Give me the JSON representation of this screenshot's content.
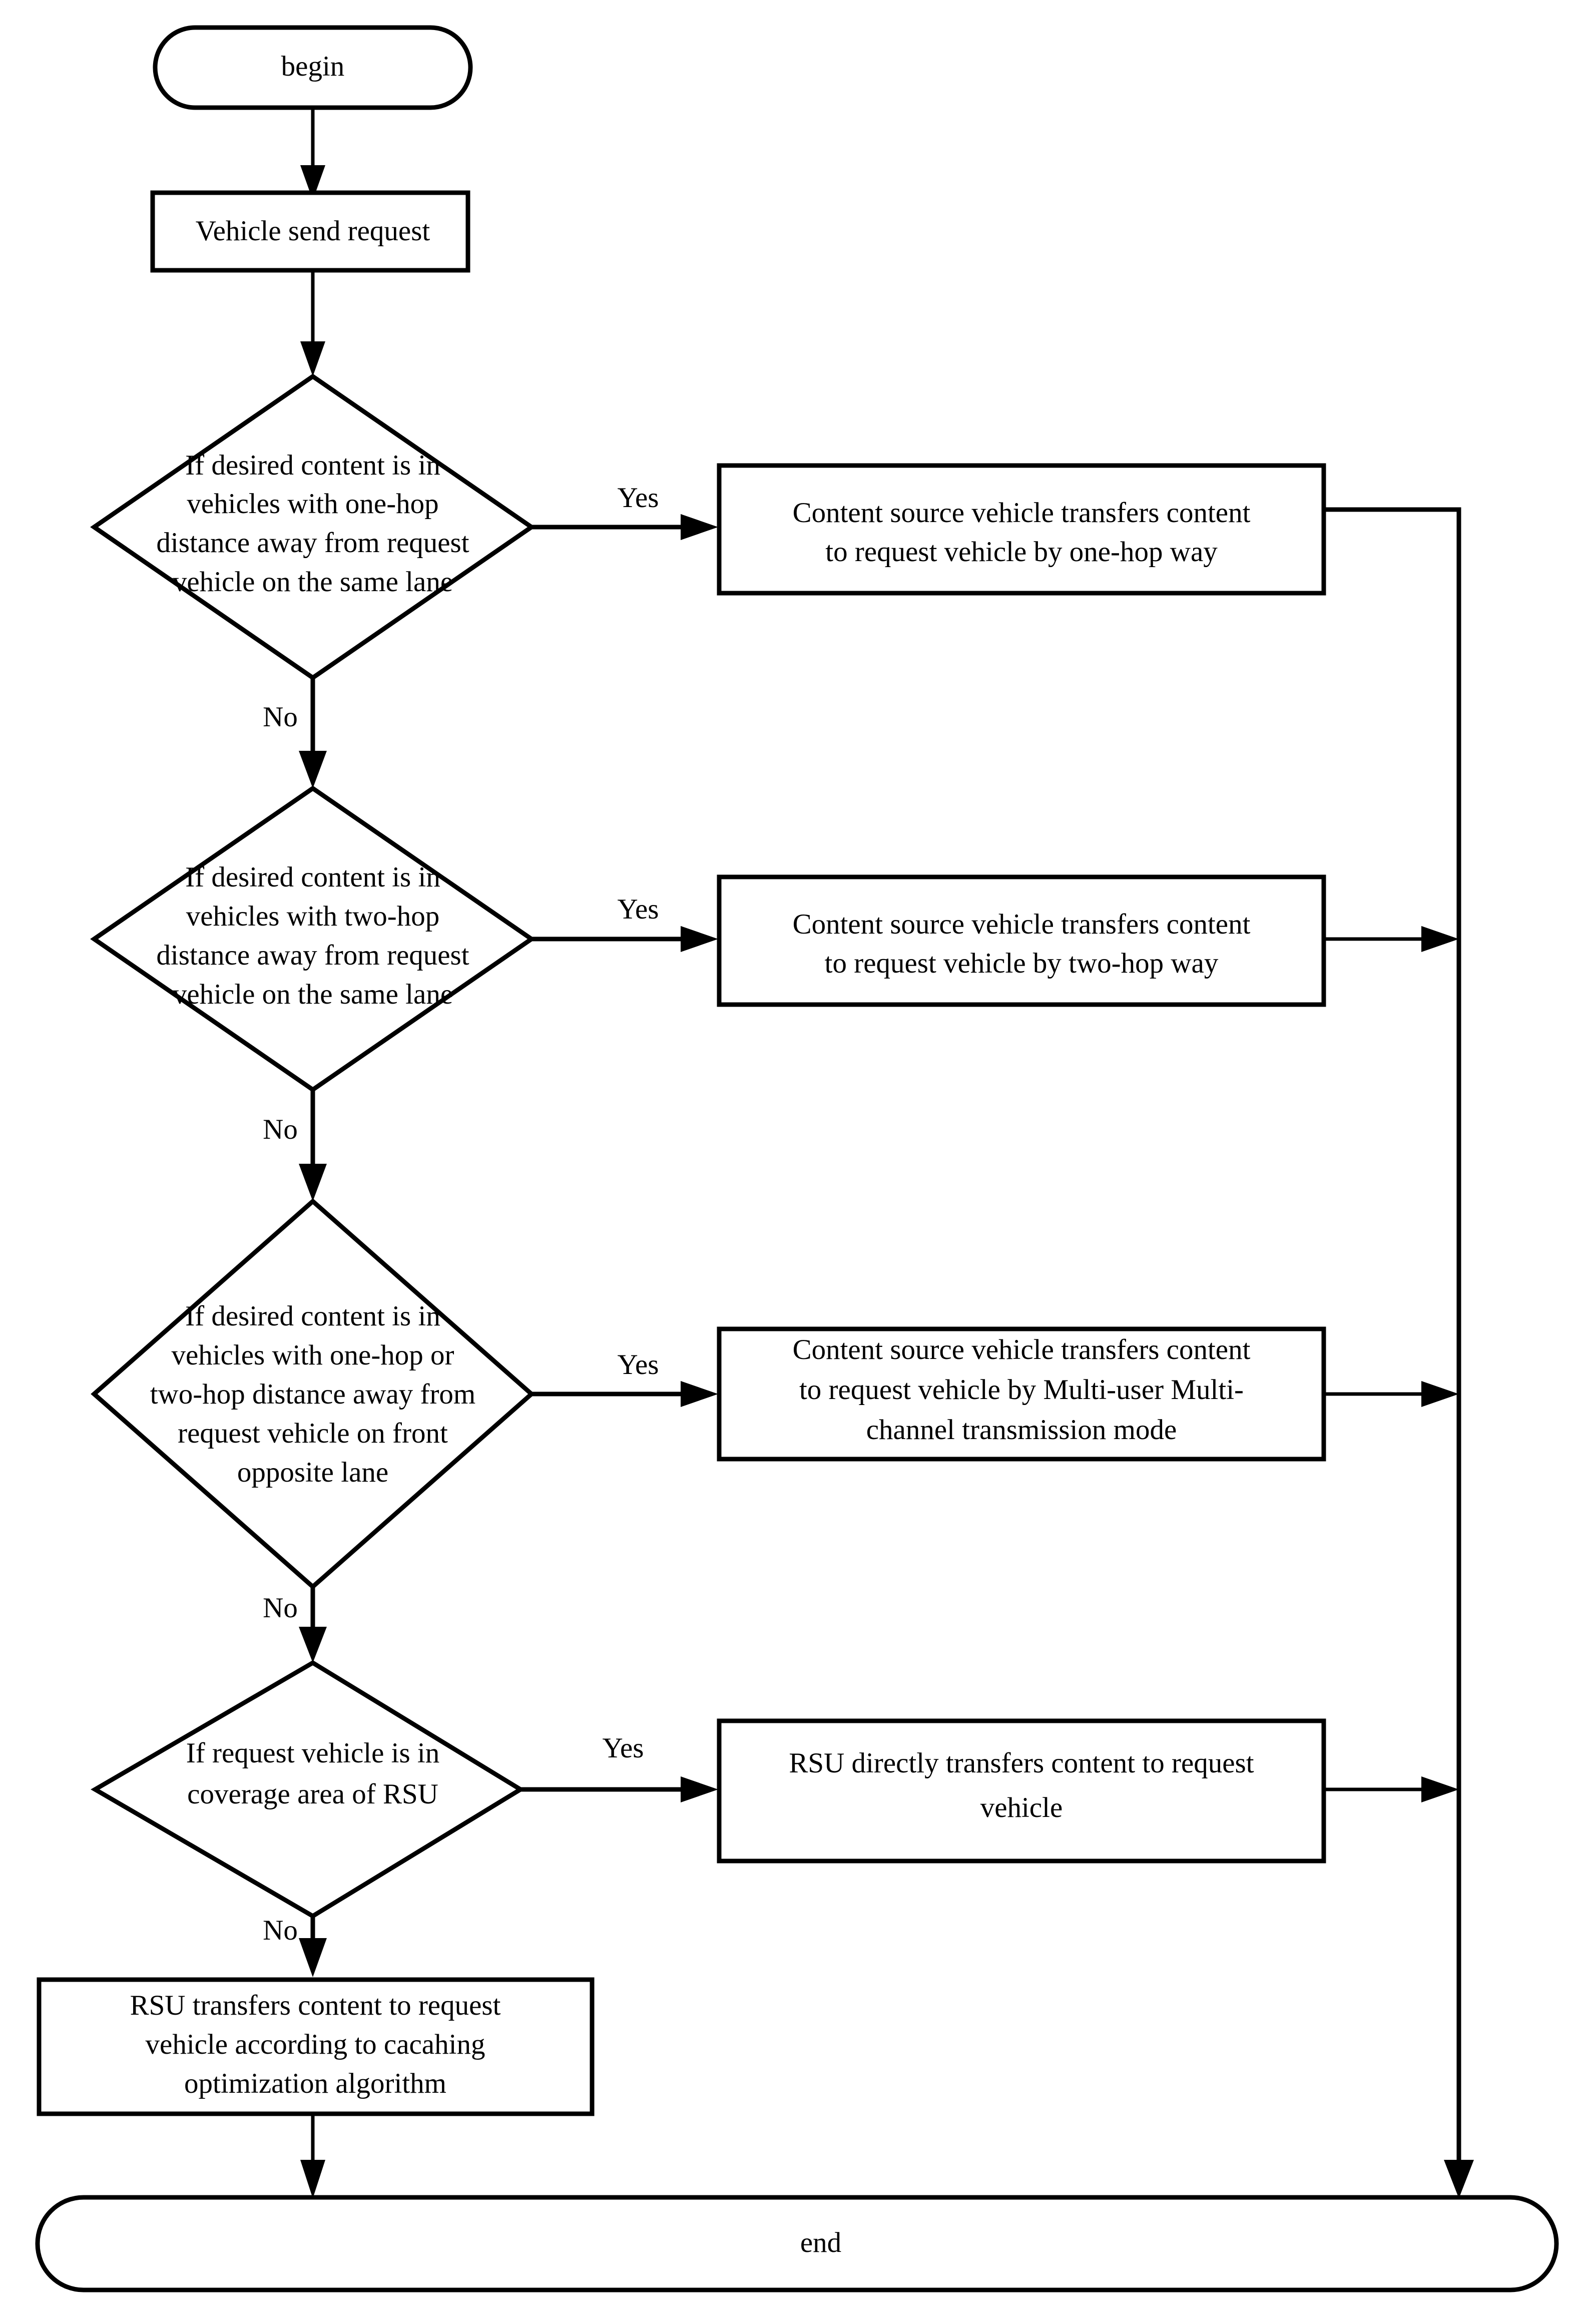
{
  "diagram": {
    "type": "flowchart",
    "orientation": "top-to-bottom",
    "background_color": "#ffffff",
    "stroke_color": "#000000",
    "title": ""
  },
  "nodes": {
    "begin": {
      "label": "begin",
      "shape": "terminator"
    },
    "send_request": {
      "label": "Vehicle send request",
      "shape": "process"
    },
    "decision1": {
      "shape": "decision",
      "line1": "If desired content is in",
      "line2": "vehicles with one-hop",
      "line3": "distance away from request",
      "line4": "vehicle on the same lane"
    },
    "action1": {
      "shape": "process",
      "line1": "Content source vehicle transfers content",
      "line2": "to request vehicle by one-hop way"
    },
    "decision2": {
      "shape": "decision",
      "line1": "If desired content is in",
      "line2": "vehicles with two-hop",
      "line3": "distance away from request",
      "line4": "vehicle on the same lane"
    },
    "action2": {
      "shape": "process",
      "line1": "Content source vehicle transfers content",
      "line2": "to request vehicle by two-hop way"
    },
    "decision3": {
      "shape": "decision",
      "line1": "If desired content is in",
      "line2": "vehicles with one-hop or",
      "line3": "two-hop distance away from",
      "line4": "request vehicle on front",
      "line5": "opposite lane"
    },
    "action3": {
      "shape": "process",
      "line1": "Content source vehicle transfers content",
      "line2": "to request vehicle by Multi-user Multi-",
      "line3": "channel transmission mode"
    },
    "decision4": {
      "shape": "decision",
      "line1": "If request vehicle is in",
      "line2": "coverage area of RSU"
    },
    "action4": {
      "shape": "process",
      "line1": "RSU directly transfers content to request",
      "line2": "vehicle"
    },
    "action5": {
      "shape": "process",
      "line1": "RSU transfers content to request",
      "line2": "vehicle according to cacahing",
      "line3": "optimization algorithm"
    },
    "end": {
      "label": "end",
      "shape": "terminator"
    }
  },
  "edge_labels": {
    "yes1": "Yes",
    "no1": "No",
    "yes2": "Yes",
    "no2": "No",
    "yes3": "Yes",
    "no3": "No",
    "yes4": "Yes",
    "no4": "No"
  }
}
